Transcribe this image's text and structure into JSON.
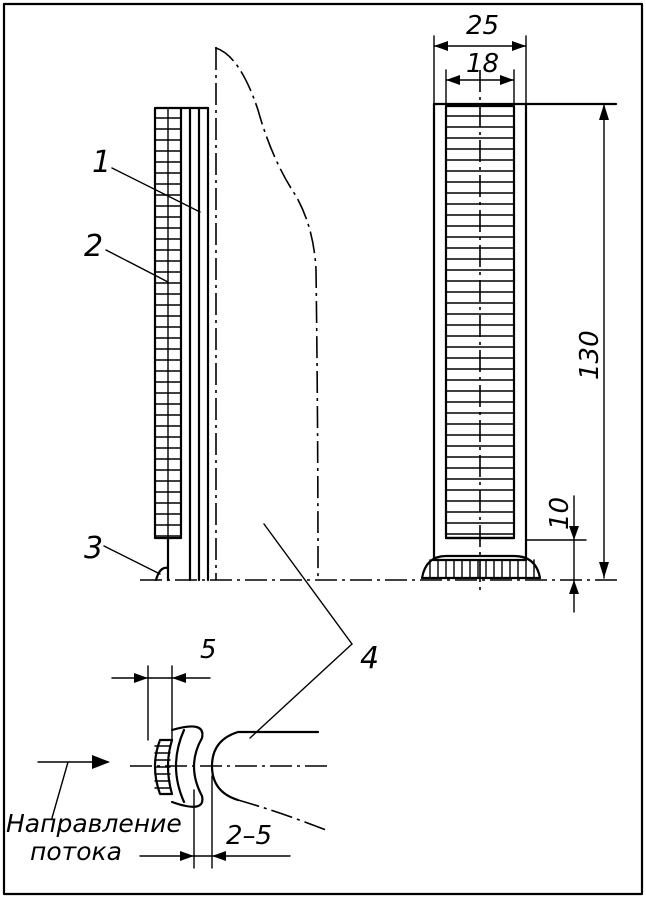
{
  "labels": {
    "part1": "1",
    "part2": "2",
    "part3": "3",
    "part4": "4"
  },
  "dimensions": {
    "width_outer": "25",
    "width_inner": "18",
    "height_total": "130",
    "height_base": "10",
    "offset_top": "5",
    "gap": "2–5"
  },
  "caption": {
    "line1": "Направление",
    "line2": "потока"
  }
}
